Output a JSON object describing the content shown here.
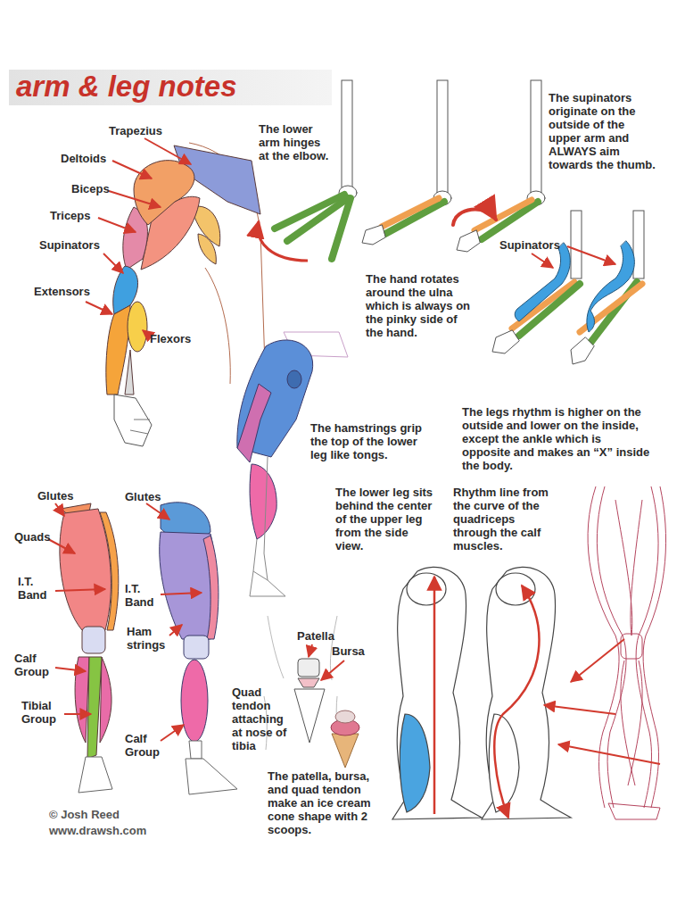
{
  "diagram": {
    "title": "arm & leg notes",
    "labels": [
      "Trapezius",
      "Deltoids",
      "Biceps",
      "Triceps",
      "Supinators",
      "Extensors",
      "Flexors",
      "The lower arm hinges at the elbow.",
      "The supinators originate on the outside of the upper arm and ALWAYS aim towards the thumb.",
      "Supinators",
      "The hand rotates around the ulna which is always on the pinky side of the hand.",
      "The hamstrings grip the top of the lower leg like tongs.",
      "The legs rhythm is higher on the outside and lower on the inside, except the ankle which is opposite and makes an “X” inside the body.",
      "Glutes",
      "Glutes",
      "Quads",
      "I.T. Band",
      "I.T. Band",
      "Ham strings",
      "Calf Group",
      "Tibial Group",
      "Calf Group",
      "The lower leg sits behind the center of the upper leg from the side view.",
      "Rhythm line from the curve of the quadriceps through the calf muscles.",
      "Patella",
      "Bursa",
      "Quad tendon attaching at nose of tibia",
      "The patella, bursa, and quad tendon make an ice cream cone shape with 2 scoops.",
      "© Josh Reed",
      "www.drawsh.com"
    ]
  }
}
